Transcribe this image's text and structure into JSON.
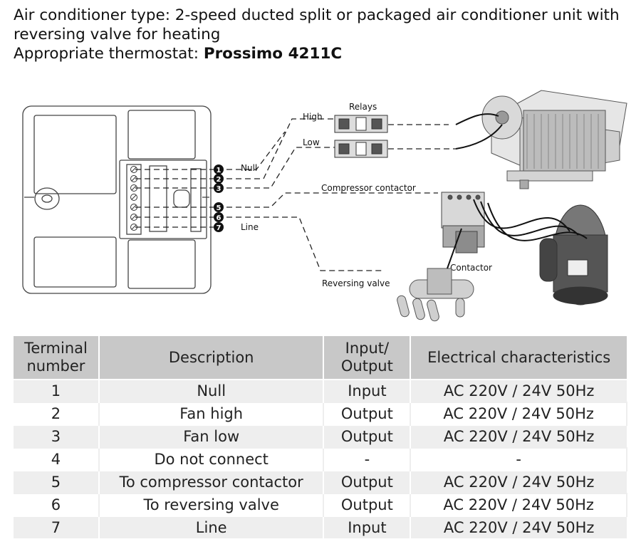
{
  "heading": {
    "line1": "Air conditioner type: 2-speed ducted split or packaged air conditioner unit with",
    "line2": "reversing valve for heating",
    "thermostat_prefix": "Appropriate thermostat: ",
    "thermostat_model": "Prossimo 4211C"
  },
  "diagram": {
    "terminal_numbers": [
      "1",
      "2",
      "3",
      "5",
      "6",
      "7"
    ],
    "labels": {
      "null": "Null",
      "line": "Line",
      "high": "High",
      "low": "Low",
      "relays": "Relays",
      "compressor_contactor": "Compressor contactor",
      "contactor": "Contactor",
      "reversing_valve": "Reversing valve"
    }
  },
  "table": {
    "headers": {
      "terminal": [
        "Terminal",
        "number"
      ],
      "description": "Description",
      "io": [
        "Input/",
        "Output"
      ],
      "electrical": "Electrical characteristics"
    },
    "rows": [
      {
        "terminal": "1",
        "description": "Null",
        "io": "Input",
        "electrical": "AC 220V / 24V 50Hz"
      },
      {
        "terminal": "2",
        "description": "Fan high",
        "io": "Output",
        "electrical": "AC 220V / 24V 50Hz"
      },
      {
        "terminal": "3",
        "description": "Fan low",
        "io": "Output",
        "electrical": "AC 220V / 24V 50Hz"
      },
      {
        "terminal": "4",
        "description": "Do not connect",
        "io": "-",
        "electrical": "-"
      },
      {
        "terminal": "5",
        "description": "To compressor contactor",
        "io": "Output",
        "electrical": "AC 220V / 24V 50Hz"
      },
      {
        "terminal": "6",
        "description": "To reversing valve",
        "io": "Output",
        "electrical": "AC 220V / 24V 50Hz"
      },
      {
        "terminal": "7",
        "description": "Line",
        "io": "Input",
        "electrical": "AC 220V / 24V 50Hz"
      }
    ]
  }
}
